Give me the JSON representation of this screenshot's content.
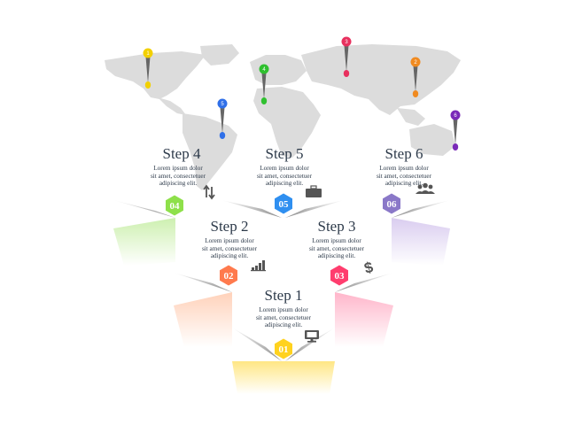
{
  "colors": {
    "map": "#dcdcdc",
    "text": "#2d3a4a",
    "icon": "#555555",
    "step1": "#ffd21f",
    "step2": "#ff7a4d",
    "step3": "#ff3d6e",
    "step4": "#8ee04a",
    "step5": "#2f8ff0",
    "step6": "#8a78c8"
  },
  "pins": [
    {
      "label": "1",
      "color": "#f2d000"
    },
    {
      "label": "2",
      "color": "#f08a20"
    },
    {
      "label": "3",
      "color": "#e8305e"
    },
    {
      "label": "4",
      "color": "#2fc02f"
    },
    {
      "label": "5",
      "color": "#2f6fe8"
    },
    {
      "label": "6",
      "color": "#7a2ab8"
    }
  ],
  "steps": [
    {
      "title": "Step 1",
      "number": "01",
      "icon": "monitor-icon",
      "text": [
        "Lorem ipsum dolor",
        "sit amet, consectetuer",
        "adipiscing elit."
      ]
    },
    {
      "title": "Step 2",
      "number": "02",
      "icon": "bar-chart-icon",
      "text": [
        "Lorem ipsum dolor",
        "sit amet, consectetuer",
        "adipiscing elit."
      ]
    },
    {
      "title": "Step 3",
      "number": "03",
      "icon": "dollar-icon",
      "text": [
        "Lorem ipsum dolor",
        "sit amet, consectetuer",
        "adipiscing elit."
      ]
    },
    {
      "title": "Step 4",
      "number": "04",
      "icon": "up-down-arrows-icon",
      "text": [
        "Lorem ipsum dolor",
        "sit amet, consectetuer",
        "adipiscing elit."
      ]
    },
    {
      "title": "Step 5",
      "number": "05",
      "icon": "briefcase-icon",
      "text": [
        "Lorem ipsum dolor",
        "sit amet, consectetuer",
        "adipiscing elit."
      ]
    },
    {
      "title": "Step 6",
      "number": "06",
      "icon": "people-icon",
      "text": [
        "Lorem ipsum dolor",
        "sit amet, consectetuer",
        "adipiscing elit."
      ]
    }
  ]
}
